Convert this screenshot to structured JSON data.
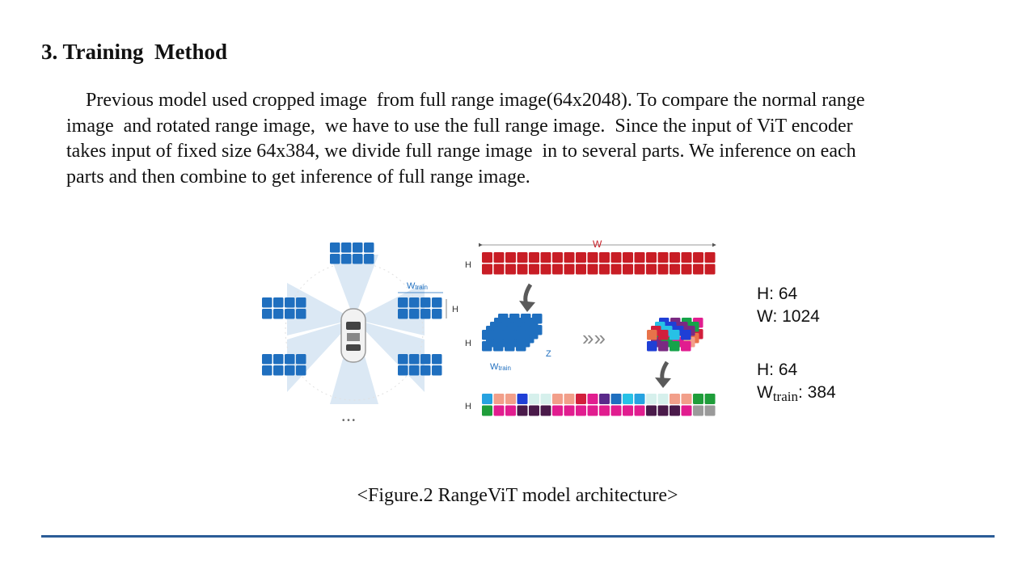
{
  "slide": {
    "title": "3. Training  Method",
    "paragraph_lines": [
      "    Previous model used cropped image  from full range image(64x2048). To compare the normal range",
      "image  and rotated range image,  we have to use the full range image.  Since the input of ViT encoder",
      "takes input of fixed size 64x384, we divide full range image  in to several parts. We inference on each",
      "parts and then combine to get inference of full range image."
    ],
    "caption": "<Figure.2 RangeViT model architecture>"
  },
  "figure": {
    "labels": {
      "w": "W",
      "h": "H",
      "w_train_base": "W",
      "w_train_sub": "train",
      "z": "Z",
      "chevrons": "»»",
      "ellipsis": "• • •"
    },
    "colors": {
      "patch_blue": "#1f6fbf",
      "top_strip_red": "#c81d25",
      "arrow_gray": "#5a5a5a",
      "beam": "#dbe8f4",
      "accent_rule": "#2b5c97"
    }
  },
  "specs": {
    "full": {
      "h": "H: 64",
      "w": "W: 1024"
    },
    "train": {
      "h": "H: 64",
      "w_base": "W",
      "w_sub": "train",
      "w_value": ": 384"
    }
  }
}
